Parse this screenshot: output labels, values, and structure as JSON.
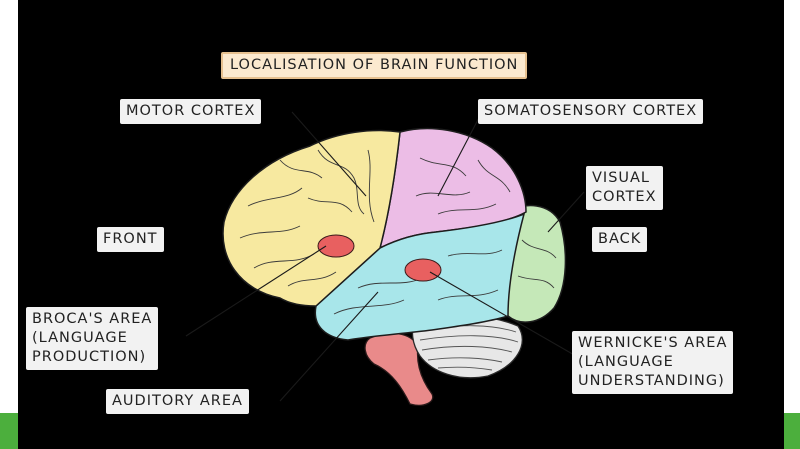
{
  "title": "LOCALISATION OF BRAIN FUNCTION",
  "labels": {
    "motor_cortex": "MOTOR CORTEX",
    "somatosensory_cortex": "SOMATOSENSORY CORTEX",
    "visual_cortex": "VISUAL\nCORTEX",
    "front": "FRONT",
    "back": "BACK",
    "brocas_area": "BROCA'S AREA\n(LANGUAGE\nPRODUCTION)",
    "wernickes_area": "WERNICKE'S AREA\n(LANGUAGE\nUNDERSTANDING)",
    "auditory_area": "AUDITORY AREA"
  },
  "colors": {
    "background": "#000000",
    "frontal_lobe": "#f7e9a0",
    "parietal_lobe": "#ecbde6",
    "temporal_lobe": "#a8e6ea",
    "occipital_lobe": "#c5e8b8",
    "cerebellum": "#e7e7e7",
    "brain_stem": "#e98a8a",
    "area_marker": "#e86060",
    "title_background": "#fbe9cf",
    "label_background": "#f2f2f2",
    "frame_accent": "#4caf3d"
  }
}
